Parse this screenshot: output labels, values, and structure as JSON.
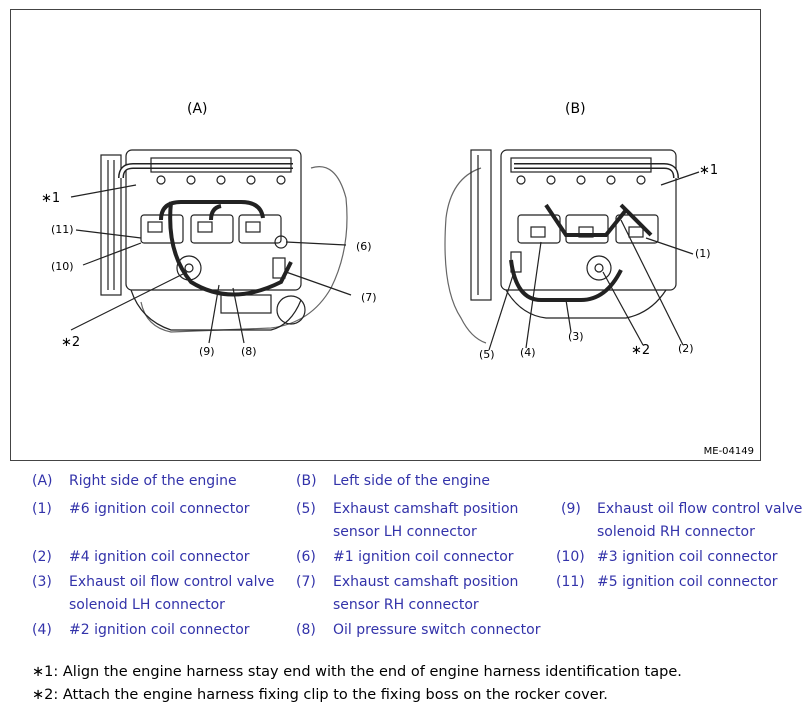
{
  "figure": {
    "view_a": "(A)",
    "view_b": "(B)",
    "code": "ME-04149",
    "callouts_a": {
      "star1": "∗1",
      "c11": "(11)",
      "c10": "(10)",
      "c6": "(6)",
      "c7": "(7)",
      "star2": "∗2",
      "c9": "(9)",
      "c8": "(8)"
    },
    "callouts_b": {
      "star1": "∗1",
      "c1": "(1)",
      "c5": "(5)",
      "c4": "(4)",
      "c3": "(3)",
      "star2": "∗2",
      "c2": "(2)"
    }
  },
  "legend": [
    {
      "key": "(A)",
      "text": "Right side of the engine"
    },
    {
      "key": "(B)",
      "text": "Left side of the engine"
    },
    {
      "key": "(1)",
      "text": "#6 ignition coil connector"
    },
    {
      "key": "(5)",
      "text1": "Exhaust camshaft position",
      "text2": "sensor LH connector"
    },
    {
      "key": "(9)",
      "text1": "Exhaust oil flow control valve",
      "text2": "solenoid RH connector"
    },
    {
      "key": "(2)",
      "text": "#4 ignition coil connector"
    },
    {
      "key": "(6)",
      "text": "#1 ignition coil connector"
    },
    {
      "key": "(10)",
      "text": "#3 ignition coil connector"
    },
    {
      "key": "(3)",
      "text1": "Exhaust oil flow control valve",
      "text2": "solenoid LH connector"
    },
    {
      "key": "(7)",
      "text1": "Exhaust camshaft position",
      "text2": "sensor RH connector"
    },
    {
      "key": "(11)",
      "text": "#5 ignition coil connector"
    },
    {
      "key": "(4)",
      "text": "#2 ignition coil connector"
    },
    {
      "key": "(8)",
      "text": "Oil pressure switch connector"
    }
  ],
  "notes": {
    "note1": "∗1: Align the engine harness stay end with the end of engine harness identification tape.",
    "note2": "∗2: Attach the engine harness fixing clip to the fixing boss on the rocker cover."
  }
}
